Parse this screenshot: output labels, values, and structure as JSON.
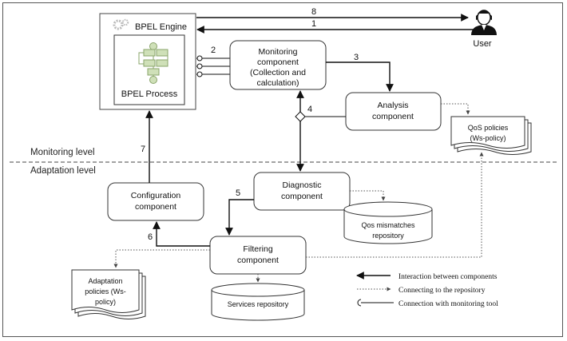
{
  "bpel": {
    "engine": "BPEL Engine",
    "process": "BPEL Process"
  },
  "user": {
    "label": "User"
  },
  "monitoring": {
    "line1": "Monitoring",
    "line2": "component",
    "line3": "(Collection and",
    "line4": "calculation)"
  },
  "analysis": {
    "line1": "Analysis",
    "line2": "component"
  },
  "qos_policies": {
    "line1": "QoS policies",
    "line2": "(Ws-policy)"
  },
  "diagnostic": {
    "line1": "Diagnostic",
    "line2": "component"
  },
  "qos_mismatch": {
    "line1": "Qos mismatches",
    "line2": "repository"
  },
  "configuration": {
    "line1": "Configuration",
    "line2": "component"
  },
  "filtering": {
    "line1": "Filtering",
    "line2": "component"
  },
  "adaptation_policies": {
    "line1": "Adaptation",
    "line2": "policies (Ws-",
    "line3": "policy)"
  },
  "services_repo": {
    "label": "Services repository"
  },
  "levels": {
    "monitoring": "Monitoring level",
    "adaptation": "Adaptation level"
  },
  "arrows": {
    "a1": "1",
    "a2": "2",
    "a3": "3",
    "a4": "4",
    "a5": "5",
    "a6": "6",
    "a7": "7",
    "a8": "8"
  },
  "legend": {
    "interaction": "Interaction between components",
    "repository": "Connecting to the repository",
    "monitoring_tool": "Connection with monitoring tool"
  },
  "colors": {
    "line": "#111111",
    "box_stroke": "#333333",
    "flow_fill": "#cfe0b8",
    "flow_stroke": "#8aa46a",
    "gear": "#bbbbbb"
  }
}
